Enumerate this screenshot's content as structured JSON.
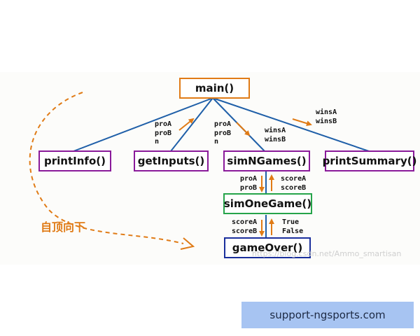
{
  "diagram": {
    "nodes": {
      "main": "main()",
      "print_info": "printInfo()",
      "get_inputs": "getInputs()",
      "sim_n_games": "simNGames()",
      "print_summary": "printSummary()",
      "sim_one_game": "simOneGame()",
      "game_over": "gameOver()"
    },
    "edge_labels": {
      "get_inputs_returns": "proA\nproB\nn",
      "sim_n_games_params": "proA\nproB\nn",
      "sim_n_games_returns": "winsA\nwinsB",
      "print_summary_params": "winsA\nwinsB",
      "sim_one_game_params": "proA\nproB",
      "sim_one_game_returns": "scoreA\nscoreB",
      "game_over_params": "scoreA\nscoreB",
      "game_over_returns": "True\nFalse"
    },
    "annotation": "自顶向下",
    "watermark": "https://blog.csdn.net/Ammo_smartisan"
  },
  "banner": {
    "text": "support-ngsports.com"
  },
  "colors": {
    "accent": "#e07b16",
    "edge": "#1f5fa8",
    "purple_border": "#8a1a9a",
    "green_border": "#26a44a",
    "blue_border": "#1a2f9c",
    "banner_bg": "#a7c4f2"
  }
}
